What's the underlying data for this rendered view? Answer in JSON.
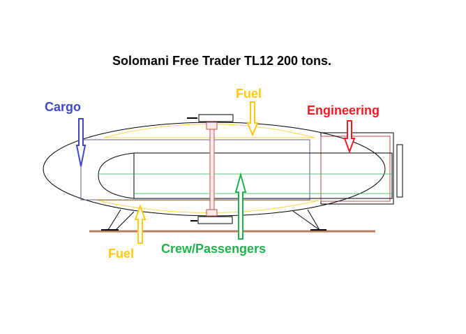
{
  "title": "Solomani Free Trader TL12 200 tons.",
  "labels": {
    "cargo": "Cargo",
    "fuel_top": "Fuel",
    "engineering": "Engineering",
    "fuel_bottom": "Fuel",
    "crew": "Crew/Passengers"
  },
  "colors": {
    "cargo": "#3f48cc",
    "fuel": "#ffc90e",
    "engineering": "#ed1c24",
    "crew": "#22b14c",
    "ground": "#b97a57"
  }
}
